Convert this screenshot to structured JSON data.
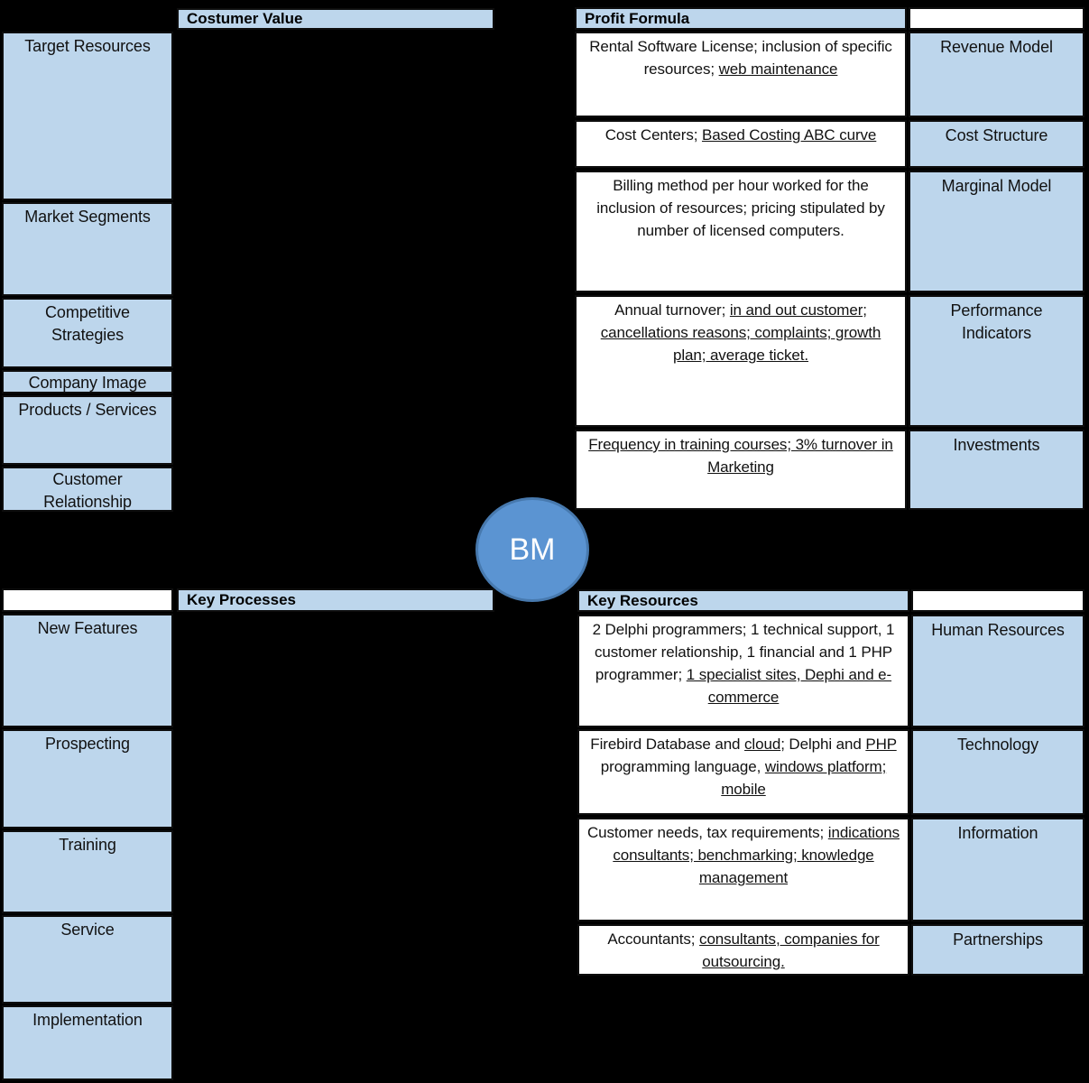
{
  "diagram": {
    "title_note": "Business model quadrant diagram",
    "center": {
      "label": "BM"
    },
    "colors": {
      "background": "#000000",
      "box_fill_blue": "#BDD6EC",
      "content_fill": "#FFFFFF",
      "circle_fill": "#5B94D2",
      "circle_border": "#4779AE",
      "text": "#111111"
    },
    "customer_value": {
      "header": "Costumer Value",
      "items": [
        "Target Resources",
        "Market Segments",
        "Competitive Strategies",
        "Company Image",
        "Products / Services",
        "Customer Relationship"
      ]
    },
    "profit_formula": {
      "header": "Profit Formula",
      "rows": [
        {
          "label": "Revenue Model",
          "content": [
            {
              "t": "Rental Software License; inclusion of specific resources; ",
              "u": false
            },
            {
              "t": "web maintenance",
              "u": true
            }
          ]
        },
        {
          "label": "Cost Structure",
          "content": [
            {
              "t": "Cost Centers; ",
              "u": false
            },
            {
              "t": "Based Costing ABC curve",
              "u": true
            }
          ]
        },
        {
          "label": "Marginal Model",
          "content": [
            {
              "t": "Billing method per hour worked for the inclusion of resources; pricing stipulated by number of licensed computers.",
              "u": false
            }
          ]
        },
        {
          "label": "Performance Indicators",
          "content": [
            {
              "t": "Annual turnover; ",
              "u": false
            },
            {
              "t": "in and out customer; cancellations reasons; complaints; growth plan; average ticket.",
              "u": true
            }
          ]
        },
        {
          "label": "Investments",
          "content": [
            {
              "t": "Frequency in training courses; 3% turnover in Marketing",
              "u": true
            }
          ]
        }
      ]
    },
    "key_processes": {
      "header": "Key Processes",
      "items": [
        "New Features",
        "Prospecting",
        "Training",
        "Service",
        "Implementation"
      ]
    },
    "key_resources": {
      "header": "Key Resources",
      "rows": [
        {
          "label": "Human Resources",
          "content": [
            {
              "t": "2 Delphi programmers; 1 technical support, 1 customer relationship, 1 financial and 1 PHP programmer; ",
              "u": false
            },
            {
              "t": "1 specialist sites, Dephi and e-commerce",
              "u": true
            }
          ]
        },
        {
          "label": "Technology",
          "content": [
            {
              "t": "Firebird Database and ",
              "u": false
            },
            {
              "t": "cloud",
              "u": true
            },
            {
              "t": "; Delphi and ",
              "u": false
            },
            {
              "t": "PHP",
              "u": true
            },
            {
              "t": " programming language, ",
              "u": false
            },
            {
              "t": "windows platform;  mobile",
              "u": true
            }
          ]
        },
        {
          "label": "Information",
          "content": [
            {
              "t": "Customer needs, tax requirements; ",
              "u": false
            },
            {
              "t": "indications consultants; benchmarking; knowledge management",
              "u": true
            }
          ]
        },
        {
          "label": "Partnerships",
          "content": [
            {
              "t": "Accountants; ",
              "u": false
            },
            {
              "t": "consultants, companies for outsourcing.",
              "u": true
            }
          ]
        }
      ]
    }
  }
}
